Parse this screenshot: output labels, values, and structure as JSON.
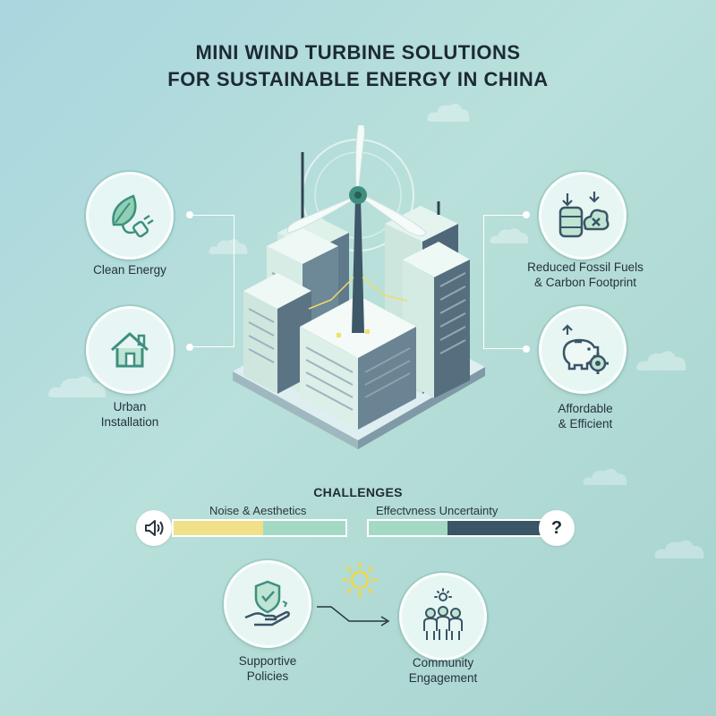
{
  "title": {
    "line1": "MINI WIND TURBINE SOLUTIONS",
    "line2": "FOR SUSTAINABLE ENERGY IN CHINA"
  },
  "benefits": {
    "clean_energy": {
      "label": "Clean Energy",
      "icon": "leaf-plug-icon"
    },
    "urban_installation": {
      "line1": "Urban",
      "line2": "Installation",
      "icon": "house-icon"
    },
    "reduced_fossil": {
      "line1": "Reduced Fossil Fuels",
      "line2": "& Carbon Footprint",
      "icon": "oil-barrel-co2-icon"
    },
    "affordable": {
      "line1": "Affordable",
      "line2": "& Efficient",
      "icon": "piggy-bank-gear-icon"
    }
  },
  "challenges": {
    "heading": "CHALLENGES",
    "noise": {
      "label": "Noise & Aesthetics",
      "icon": "speaker-icon"
    },
    "effectiveness": {
      "label": "Effectvness Uncertainty",
      "icon": "question-icon",
      "symbol": "?"
    }
  },
  "solutions": {
    "policies": {
      "line1": "Supportive",
      "line2": "Policies",
      "icon": "shield-hand-icon"
    },
    "community": {
      "line1": "Community",
      "line2": "Engagement",
      "icon": "people-sun-icon"
    }
  },
  "colors": {
    "accent_green": "#3f8f7f",
    "dark_slate": "#3a5566",
    "yellow": "#f1e08a",
    "mint": "#a4d9c6"
  }
}
